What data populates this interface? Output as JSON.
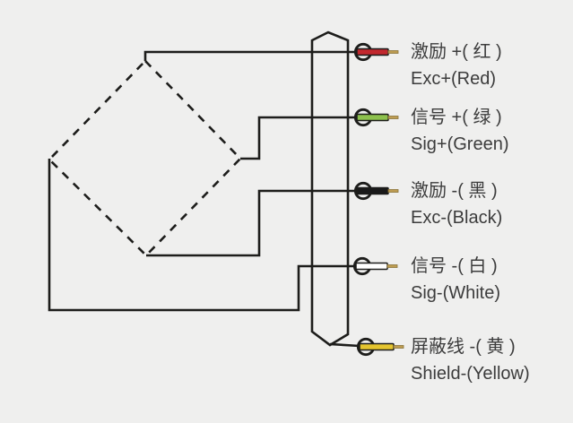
{
  "diagram": {
    "kind": "load-cell-wiring",
    "colors": {
      "background": "#efefee",
      "line": "#1d1d1b",
      "text": "#3c3c3c",
      "tip_gold": "#bd9c52"
    },
    "terminals": [
      {
        "id": "exc-plus",
        "zh": "激励 +( 红 )",
        "en": "Exc+(Red)",
        "color": "#c2282e"
      },
      {
        "id": "sig-plus",
        "zh": "信号 +( 绿 )",
        "en": "Sig+(Green)",
        "color": "#8dc14d"
      },
      {
        "id": "exc-minus",
        "zh": "激励 -( 黑 )",
        "en": "Exc-(Black)",
        "color": "#1a1a1a"
      },
      {
        "id": "sig-minus",
        "zh": "信号 -( 白 )",
        "en": "Sig-(White)",
        "color": "#ffffff"
      },
      {
        "id": "shield",
        "zh": "屏蔽线 -( 黄 )",
        "en": "Shield-(Yellow)",
        "color": "#e5c52f"
      }
    ]
  }
}
